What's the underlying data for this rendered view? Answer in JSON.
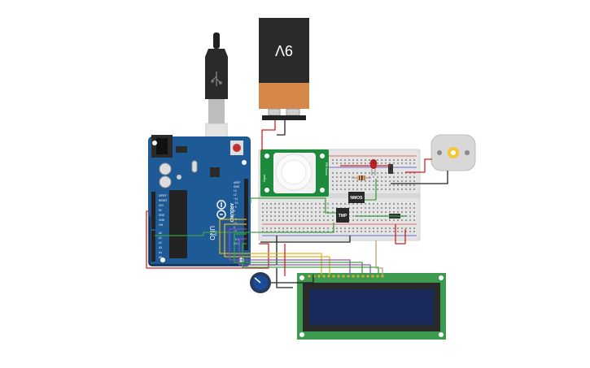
{
  "battery": {
    "label": "9V"
  },
  "arduino": {
    "brand_vertical": "ARDUINO",
    "model": "UNO",
    "left_header_labels": [
      "IOREF",
      "RESET",
      "3V3",
      "5V",
      "GND",
      "GND",
      "VIN"
    ],
    "analog_labels": [
      "A0",
      "A1",
      "A2",
      "A3",
      "A4",
      "A5"
    ],
    "digital_labels": [
      "AREF",
      "GND",
      "13",
      "12",
      "~11",
      "~10",
      "~9",
      "8",
      "7",
      "~6",
      "~5",
      "4",
      "~3",
      "2",
      "TX 1",
      "RX 0"
    ],
    "on_label": "ON"
  },
  "chips": {
    "upper": "NMOS",
    "lower": "TMP"
  },
  "pir": {
    "label_top": "PIR Sensor",
    "label_side": "Signal"
  },
  "colors": {
    "arduino": "#1e5a96",
    "breadboard": "#e8e8e8",
    "pir": "#1e8a3c",
    "lcd_board": "#3d9a4e",
    "lcd_screen": "#1a2a5a",
    "battery_top": "#2a2a2a",
    "battery_bottom": "#d58a4a",
    "wire_red": "#d22020",
    "wire_black": "#222222",
    "wire_green": "#3aa03a",
    "wire_yellow": "#e0b020",
    "wire_purple": "#9050b0"
  },
  "icons": [
    "usb-connector-icon",
    "potentiometer-knob-icon",
    "dc-motor-icon",
    "led-icon",
    "resistor-icon"
  ]
}
